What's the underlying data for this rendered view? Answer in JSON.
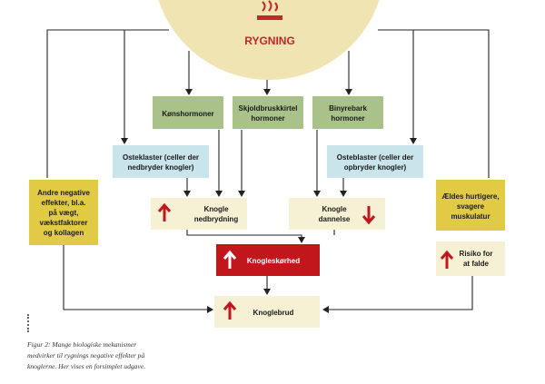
{
  "center": {
    "label": "RYGNING",
    "icon": "cigarette-icon"
  },
  "colors": {
    "smoking_circle": "#efe4b2",
    "smoking_red": "#c1272d",
    "hormone_green": "#a9c28a",
    "cell_blue": "#c9e4ea",
    "effect_beige": "#f6f0d4",
    "side_yellow": "#e1cb45",
    "density_red": "#c0161c",
    "arrow": "#222222"
  },
  "hormones": {
    "sex": [
      "Kønshormoner"
    ],
    "thyroid": [
      "Skjoldbruskkirtel",
      "hormoner"
    ],
    "adrenal": [
      "Binyrebark",
      "hormoner"
    ]
  },
  "cells": {
    "osteoclasts": [
      "Osteklaster (celler der",
      "nedbryder knogler)"
    ],
    "osteoblasts": [
      "Osteblaster (celler der",
      "opbryder knogler)"
    ]
  },
  "effects": {
    "breakdown": [
      "Knogle",
      "nedbrydning"
    ],
    "formation": [
      "Knogle",
      "dannelse"
    ]
  },
  "side": {
    "left": [
      "Andre negative",
      "effekter, bl.a.",
      "på vægt,",
      "vækstfaktorer",
      "og kollagen"
    ],
    "right": [
      "Ældes hurtigere,",
      "svagere",
      "muskulatur"
    ],
    "fall_risk": [
      "Risiko for",
      "at falde"
    ]
  },
  "outcomes": {
    "density": [
      "Knogleskørhed"
    ],
    "fracture": [
      "Knoglebrud"
    ]
  },
  "caption": [
    "Figur 2: Mange biologiske mekanismer",
    "medvirker til rygnings negative effekter på",
    "knoglerne. Her vises en forsimplet udgave."
  ]
}
